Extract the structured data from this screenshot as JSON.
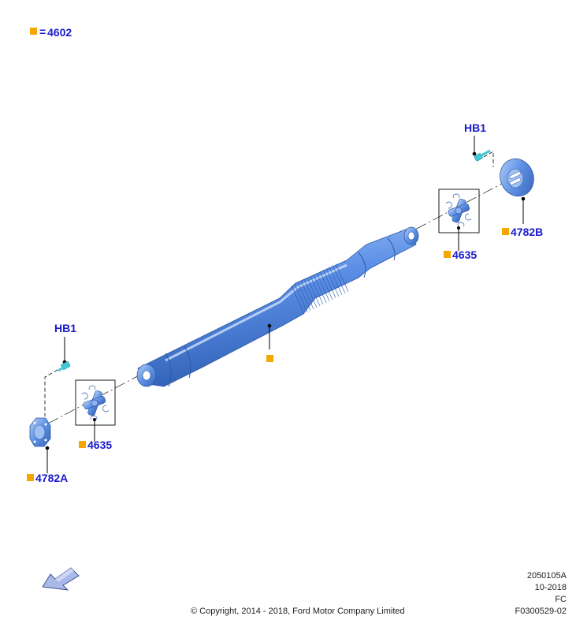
{
  "legend": {
    "marker_color": "#f5a600",
    "equals": "=",
    "code": "4602"
  },
  "callouts": {
    "hb1_top": "HB1",
    "hb1_bottom": "HB1",
    "ujoint_top": "4635",
    "ujoint_bottom": "4635",
    "flange_top": "4782B",
    "flange_bottom": "4782A"
  },
  "footer": {
    "code1": "2050105A",
    "date": "10-2018",
    "region": "FC",
    "figure": "F0300529-02",
    "copyright": "© Copyright, 2014 - 2018, Ford Motor Company Limited"
  },
  "colors": {
    "label_blue": "#1a1acc",
    "marker_orange": "#f5a600",
    "part_blue": "#5b8fe6",
    "part_dark": "#3a6bc4",
    "bolt_cyan": "#3fc9d6"
  },
  "icons": {
    "direction_arrow": "direction-arrow-icon"
  }
}
